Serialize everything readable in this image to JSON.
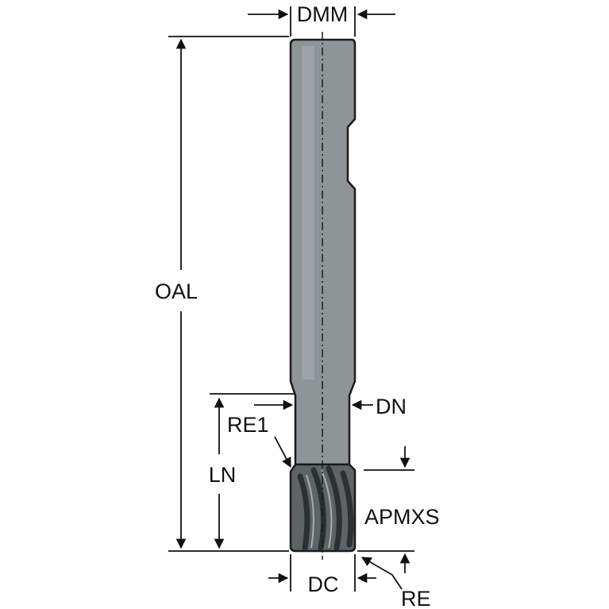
{
  "labels": {
    "dmm": "DMM",
    "oal": "OAL",
    "dn": "DN",
    "re1": "RE1",
    "ln": "LN",
    "apmxs": "APMXS",
    "dc": "DC",
    "re": "RE"
  },
  "colors": {
    "tool_body": "#8e9597",
    "tool_outline": "#1a1a1a",
    "flute_dark": "#2d3032",
    "dimension_line": "#111111"
  }
}
